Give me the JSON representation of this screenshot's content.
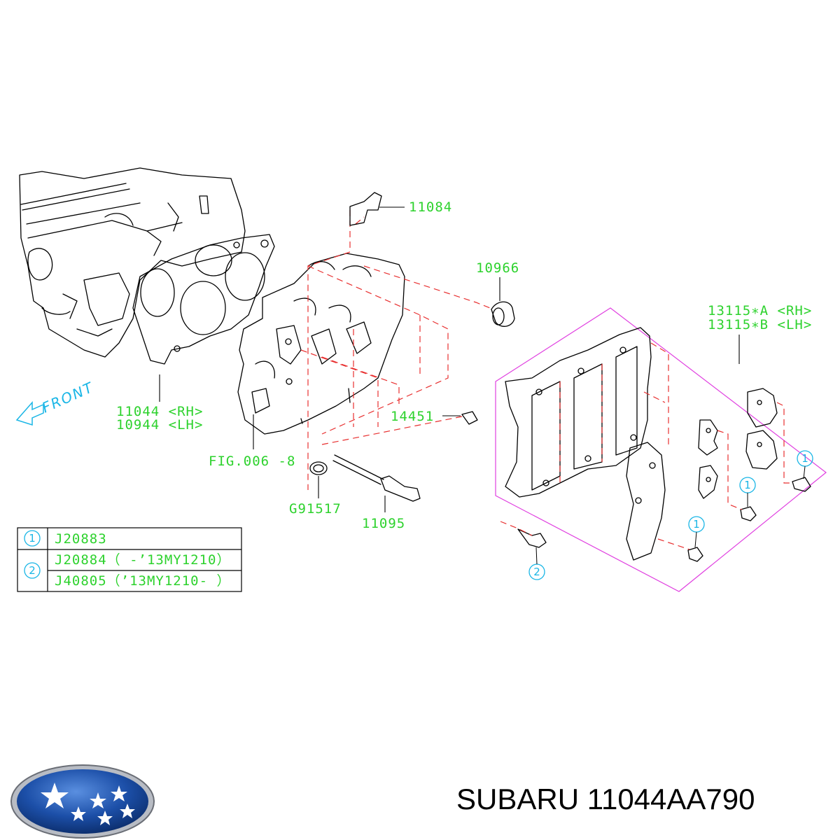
{
  "caption": {
    "brand": "SUBARU",
    "part_number": "11044AA790"
  },
  "labels": {
    "p11084": "11084",
    "p10966": "10966",
    "p13115a": "13115∗A <RH>",
    "p13115b": "13115∗B <LH>",
    "p11044": "11044 <RH>",
    "p10944": "10944 <LH>",
    "p14451": "14451",
    "fig": "FIG.006 -8",
    "g91517": "G91517",
    "p11095": "11095",
    "front": "FRONT"
  },
  "callouts": {
    "one": "1",
    "two": "2"
  },
  "legend": {
    "rows": [
      {
        "mark": "1",
        "part": "J20883"
      },
      {
        "mark": "2",
        "part": "J20884（ -’13MY1210）"
      },
      {
        "mark": "",
        "part": "J40805（’13MY1210- ）"
      }
    ]
  },
  "colors": {
    "label_green": "#2dd22d",
    "callout_blue": "#1ab6e6",
    "hidden_line_red": "#e83030",
    "group_magenta": "#e040e0",
    "logo_blue": "#1c4fa8"
  }
}
